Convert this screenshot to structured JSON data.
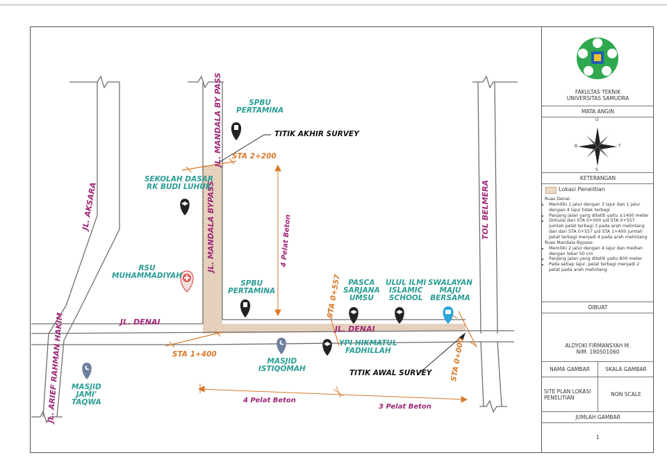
{
  "map": {
    "streets": {
      "aksara": "JL. AKSARA",
      "mandala_bypass_top": "JL. MANDALA BY PASS",
      "mandala_bypass_mid": "JL. MANDALA BYPASS",
      "denai_left": "JL. DENAI",
      "denai_right": "JL. DENAI",
      "arief": "JL. ARIEF RAHMAN HAKIM",
      "tol": "TOL BELMERA"
    },
    "places": {
      "spbu_top": "SPBU\nPERTAMINA",
      "sekolah": "SEKOLAH DASAR\nRK BUDI LUHUR",
      "rsu": "RSU\nMUHAMMADIYAH",
      "spbu_mid": "SPBU\nPERTAMINA",
      "pasca": "PASCA\nSARJANA\nUMSU",
      "ulul": "ULUL ILMI\nISLAMIC\nSCHOOL",
      "swalayan": "SWALAYAN\nMAJU\nBERSAMA",
      "masjid_istiqomah": "MASJID\nISTIQOMAH",
      "ypi": "YPI HIKMATUL\nFADHILLAH",
      "masjid_jami": "MASJID\nJAMI'\nTAQWA"
    },
    "survey": {
      "akhir": "TITIK AKHIR SURVEY",
      "awal": "TITIK AWAL SURVEY"
    },
    "stations": {
      "sta_2200": "STA 2+200",
      "sta_1400": "STA 1+400",
      "sta_0557": "STA 0+557",
      "sta_0000": "STA 0+000"
    },
    "dims": {
      "vertical": "4 Pelat Beton",
      "bottom_left": "4 Pelat Beton",
      "bottom_right": "3 Pelat Beton"
    }
  },
  "title_block": {
    "faculty": "FAKULTAS TEKNIK\nUNIVERSITAS SAMUDRA",
    "mata_angin": "MATA ANGIN",
    "compass": {
      "n": "U",
      "s": "S",
      "w": "B",
      "e": "T"
    },
    "keterangan": "KETERANGAN",
    "legend_label": "Lokasi Penelitian",
    "ruas_denai": "Ruas Denai:",
    "denai_items": [
      "Memiliki 1 jalur dengan 3 lajur dan 1 jalur dengan 4 lajur tidak terbagi",
      "Panjang jalan yang diteliti yaitu ±1400 meter",
      "Dimulai dari STA 0+000 s/d STA 0+557 jumlah pelat terbagi 3 pada arah melintang dan dari STA 0+557 s/d STA 1+400 jumlah pelat terbagi menjadi 4 pada arah melintang"
    ],
    "ruas_mandala": "Ruas Mandala Bypass:",
    "mandala_items": [
      "Memiliki 2 jalur dengan 4 lajur dan median dengan lebar 50 cm",
      "Panjang jalan yang diteliti yaitu 800 meter",
      "Pada setiap lajur, pelat terbagi menjadi 2 pelat pada arah melintang"
    ],
    "dibuat": "DIBUAT",
    "author": "ALDYOKI FIRMANSYAH M.\nNIM. 180501060",
    "nama_gambar_h": "NAMA GAMBAR",
    "skala_gambar_h": "SKALA GAMBAR",
    "nama_gambar": "SITE PLAN LOKASI\nPENELITIAN",
    "skala_gambar": "NON SCALE",
    "jumlah_gambar_h": "JUMLAH GAMBAR",
    "jumlah_gambar": "1"
  },
  "colors": {
    "road_line": "#6e6e6e",
    "study_area": "#e9d3bd",
    "teal": "#2a9d94",
    "magenta": "#a02a78",
    "orange": "#d97a2a",
    "logo_green": "#2fa84f"
  }
}
